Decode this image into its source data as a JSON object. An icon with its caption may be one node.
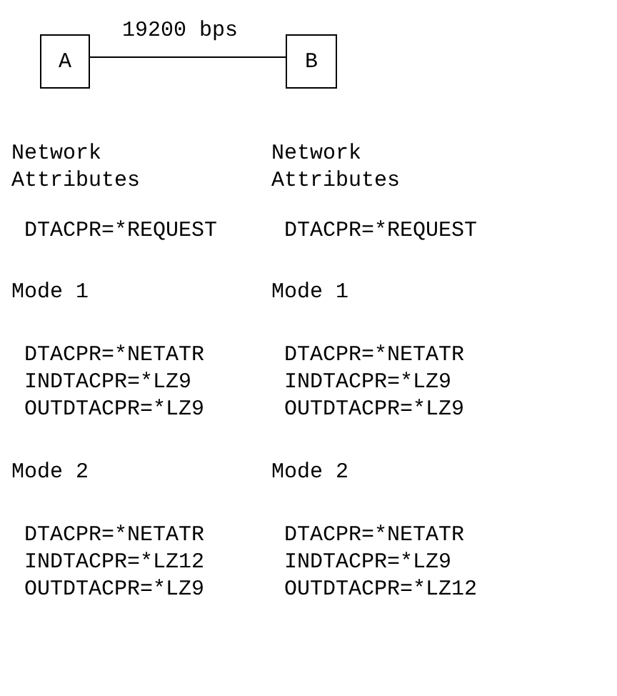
{
  "diagram": {
    "nodes": [
      {
        "text": [
          "A"
        ]
      },
      {
        "text": [
          "B"
        ]
      }
    ],
    "edges": [
      {
        "from": 0,
        "to": 1,
        "arrow": "none",
        "label": "19200 bps"
      }
    ],
    "labels": [
      "Network Attributes",
      "Network Attributes",
      "DTACPR=*REQUEST",
      "DTACPR=*REQUEST",
      "Mode 1",
      "Mode 1",
      "DTACPR=*NETATR",
      "DTACPR=*NETATR",
      "INDTACPR=*LZ9",
      "INDTACPR=*LZ9",
      "OUTDTACPR=*LZ9",
      "OUTDTACPR=*LZ9",
      "Mode 2",
      "Mode 2",
      "DTACPR=*NETATR",
      "DTACPR=*NETATR",
      "INDTACPR=*LZ12",
      "INDTACPR=*LZ9",
      "OUTDTACPR=*LZ9",
      "OUTDTACPR=*LZ12"
    ]
  }
}
